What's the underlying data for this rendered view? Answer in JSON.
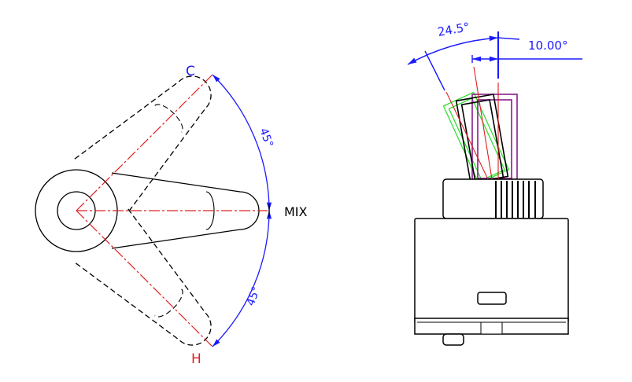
{
  "left_view": {
    "label_cold": "C",
    "label_hot": "H",
    "label_mix": "MIX",
    "angle_upper": "45°",
    "angle_lower": "45°"
  },
  "right_view": {
    "angle_outer": "24.5°",
    "angle_inner": "10.00°"
  },
  "colors": {
    "dimension": "#1a1aff",
    "centerline": "#e02020",
    "outline": "#000000",
    "hot_label": "#e02020",
    "position_green": "#33dd33",
    "position_purple": "#8a1a8a"
  }
}
